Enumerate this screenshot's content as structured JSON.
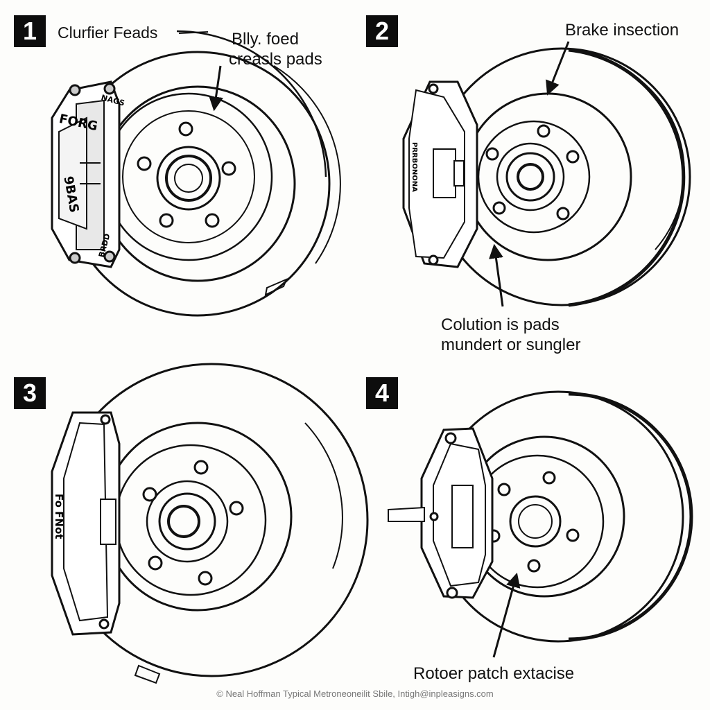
{
  "panels": [
    {
      "number": "1",
      "label_a": "Clurfier Feads",
      "label_b_line1": "Blly. foed",
      "label_b_line2": "creasls pads",
      "caliper_text": [
        "FORG",
        "9BAS",
        "NAGS",
        "BRDD"
      ]
    },
    {
      "number": "2",
      "label_a": "Brake insection",
      "label_b_line1": "Colution is pads",
      "label_b_line2": "mundert or sungler",
      "caliper_text": [
        "PRRBONONA"
      ]
    },
    {
      "number": "3",
      "caliper_text": [
        "Fo FNot"
      ]
    },
    {
      "number": "4",
      "label_a": "Rotoer patch extacise"
    }
  ],
  "footer": "© Neal Hoffman Typical Metroneoneilit Sbile, Intigh@inpleasigns.com",
  "colors": {
    "ink": "#111111",
    "badge": "#0d0d0d",
    "paper": "#fdfdfb",
    "footer": "#777777"
  }
}
